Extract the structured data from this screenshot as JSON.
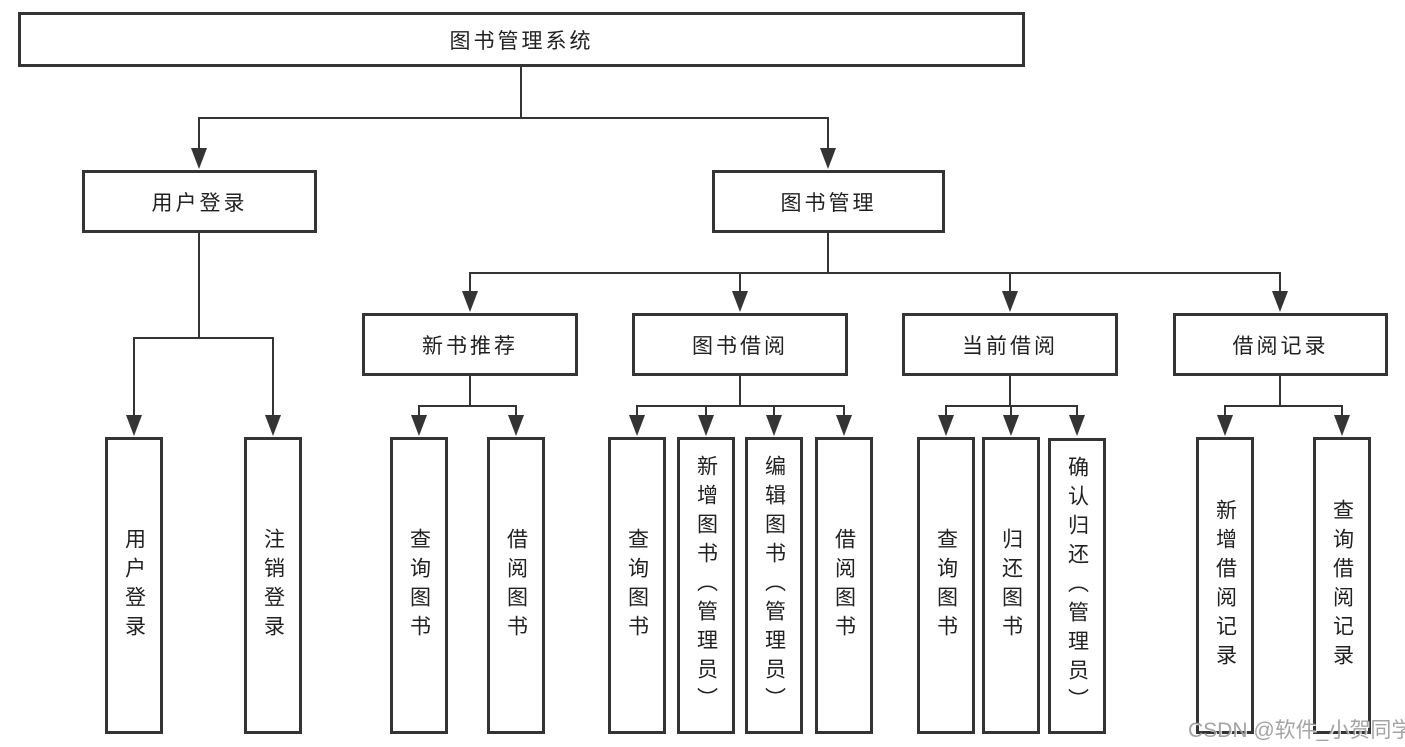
{
  "diagram": {
    "type": "hierarchy-tree",
    "nodes": {
      "root": "图书管理系统",
      "user_login": "用户登录",
      "book_management": "图书管理",
      "new_book_recommend": "新书推荐",
      "book_borrow": "图书借阅",
      "current_borrow": "当前借阅",
      "borrow_records": "借阅记录",
      "leaf_user_login": "用户登录",
      "leaf_logout": "注销登录",
      "leaf_recommend_query_books": "查询图书",
      "leaf_recommend_borrow_books": "借阅图书",
      "leaf_borrow_query_books": "查询图书",
      "leaf_borrow_add_books_admin": "新增图书（管理员）",
      "leaf_borrow_edit_books_admin": "编辑图书（管理员）",
      "leaf_borrow_borrow_books": "借阅图书",
      "leaf_current_query_books": "查询图书",
      "leaf_current_return_books": "归还图书",
      "leaf_current_confirm_return_admin": "确认归还（管理员）",
      "leaf_records_add_record": "新增借阅记录",
      "leaf_records_query_record": "查询借阅记录"
    },
    "edges": [
      {
        "parent": "root",
        "children": [
          "user_login",
          "book_management"
        ]
      },
      {
        "parent": "user_login",
        "children": [
          "leaf_user_login",
          "leaf_logout"
        ]
      },
      {
        "parent": "book_management",
        "children": [
          "new_book_recommend",
          "book_borrow",
          "current_borrow",
          "borrow_records"
        ]
      },
      {
        "parent": "new_book_recommend",
        "children": [
          "leaf_recommend_query_books",
          "leaf_recommend_borrow_books"
        ]
      },
      {
        "parent": "book_borrow",
        "children": [
          "leaf_borrow_query_books",
          "leaf_borrow_add_books_admin",
          "leaf_borrow_edit_books_admin",
          "leaf_borrow_borrow_books"
        ]
      },
      {
        "parent": "current_borrow",
        "children": [
          "leaf_current_query_books",
          "leaf_current_return_books",
          "leaf_current_confirm_return_admin"
        ]
      },
      {
        "parent": "borrow_records",
        "children": [
          "leaf_records_add_record",
          "leaf_records_query_record"
        ]
      }
    ],
    "colors": {
      "line": "#343434",
      "box_border": "#343434",
      "text": "#212121",
      "background": "#ffffff"
    }
  },
  "watermark": {
    "text": "CSDN @软件_小贺同学",
    "color": "#9b9b9b"
  }
}
